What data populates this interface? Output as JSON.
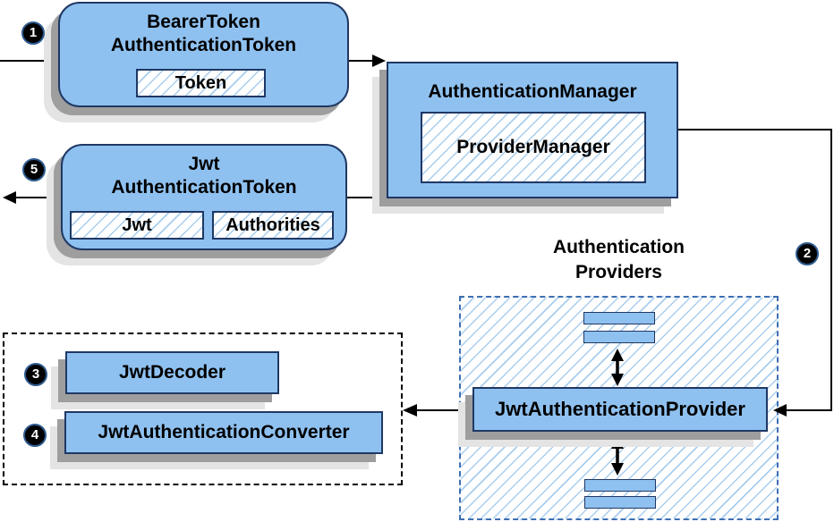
{
  "colors": {
    "node_fill": "#8FC1F0",
    "node_border": "#1F3864",
    "hatch_line": "#A8CDEE",
    "group_dash_border": "#3E6FB2",
    "shadow_dark": "#9E9E9E",
    "shadow_light": "#E4E4E4",
    "arrow": "#000000"
  },
  "nodes": {
    "bearer_token": {
      "line1": "BearerToken",
      "line2": "AuthenticationToken",
      "chip": "Token"
    },
    "authentication_manager": {
      "title": "AuthenticationManager",
      "chip": "ProviderManager"
    },
    "jwt_authentication_token": {
      "line1": "Jwt",
      "line2": "AuthenticationToken",
      "chip_jwt": "Jwt",
      "chip_authorities": "Authorities"
    },
    "authentication_providers_group": {
      "line1": "Authentication",
      "line2": "Providers"
    },
    "jwt_authentication_provider": {
      "title": "JwtAuthenticationProvider"
    },
    "jwt_decoder": {
      "title": "JwtDecoder"
    },
    "jwt_authentication_converter": {
      "title": "JwtAuthenticationConverter"
    }
  },
  "badges": {
    "step1": "1",
    "step2": "2",
    "step3": "3",
    "step4": "4",
    "step5": "5"
  }
}
